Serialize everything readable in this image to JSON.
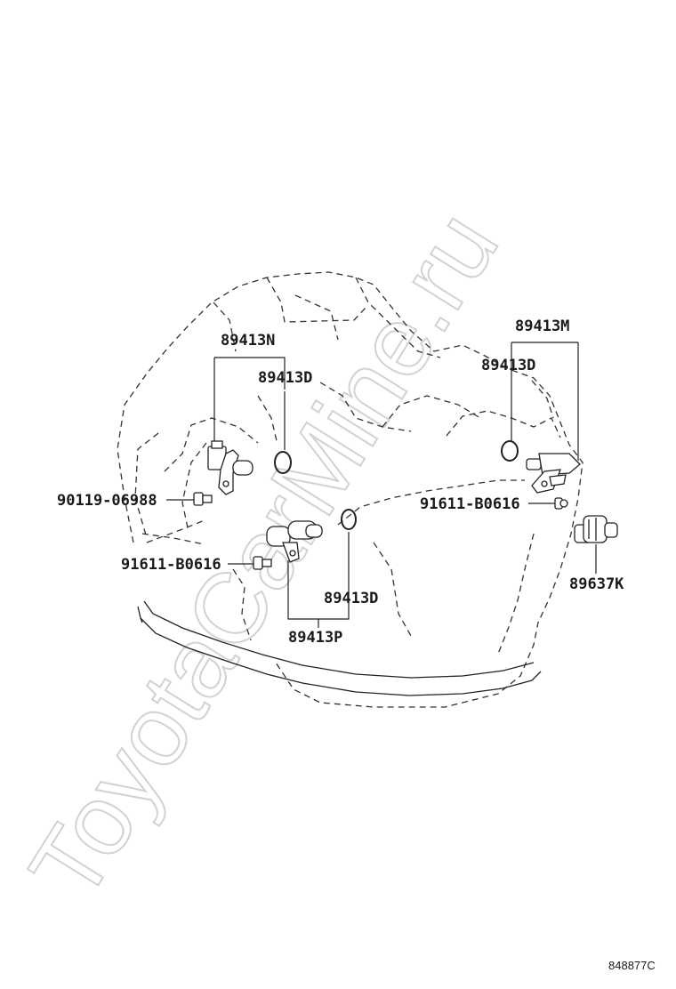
{
  "watermark": "ToyotaCarMine.ru",
  "reference_code": "848877C",
  "labels": {
    "sensor_n": "89413N",
    "oring_d_left": "89413D",
    "bolt_left": "90119-06988",
    "bolt_middle": "91611-B0616",
    "oring_d_middle": "89413D",
    "sensor_p": "89413P",
    "sensor_m": "89413M",
    "oring_d_right": "89413D",
    "bolt_right": "91611-B0616",
    "switch_k": "89637K"
  }
}
